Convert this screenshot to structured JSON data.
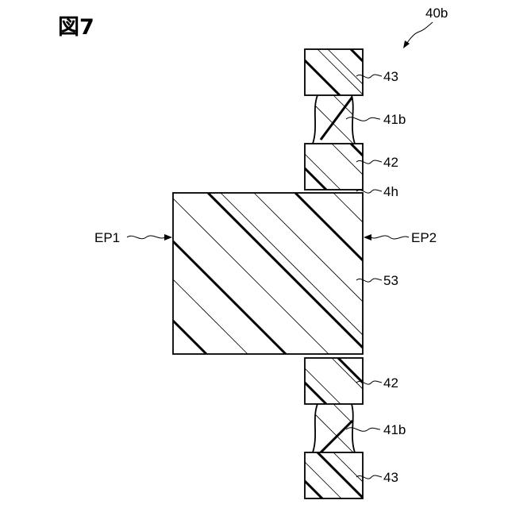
{
  "figure": {
    "title": "図7"
  },
  "labels": {
    "assembly": "40b",
    "upper_electrode": "43",
    "upper_wire": "41b",
    "upper_pad": "42",
    "hole": "4h",
    "edge_left": "EP1",
    "edge_right": "EP2",
    "body": "53",
    "lower_pad": "42",
    "lower_wire": "41b",
    "lower_electrode": "43"
  },
  "colors": {
    "line": "#000000",
    "background": "#ffffff"
  }
}
